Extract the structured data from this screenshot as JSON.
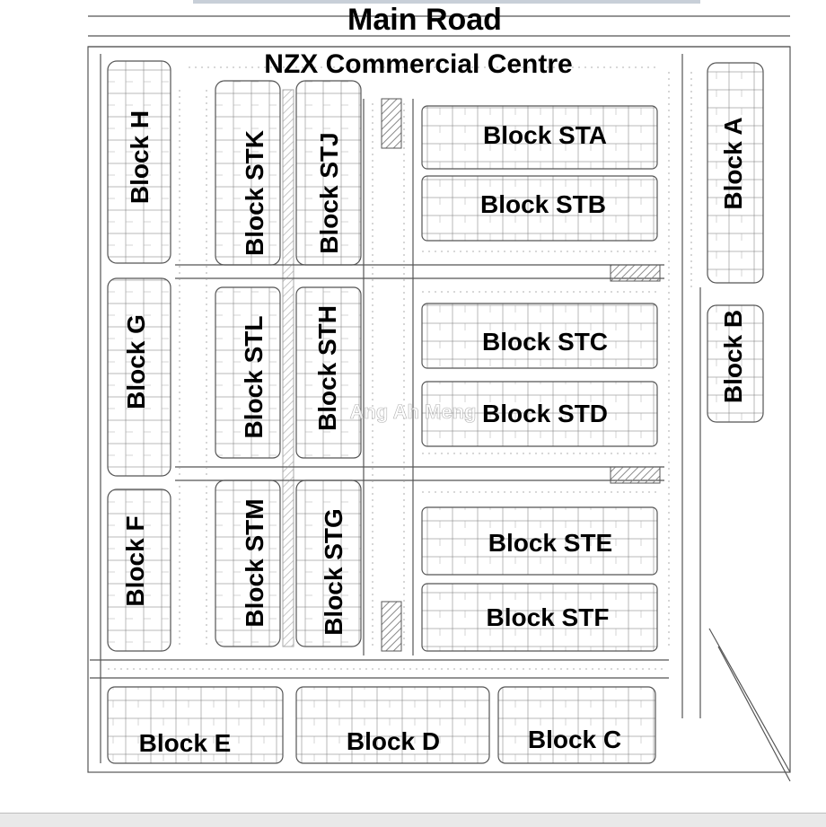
{
  "map": {
    "title": "Main Road",
    "subtitle": "NZX Commercial Centre",
    "watermark": "Ang Ah Meng",
    "colors": {
      "line": "#555555",
      "fill": "#ffffff",
      "text": "#000000",
      "hatch": "#9a9a9a"
    },
    "blocks": {
      "a": "Block A",
      "b": "Block B",
      "c": "Block C",
      "d": "Block D",
      "e": "Block E",
      "f": "Block F",
      "g": "Block G",
      "h": "Block H",
      "sta": "Block STA",
      "stb": "Block STB",
      "stc": "Block STC",
      "std": "Block STD",
      "ste": "Block STE",
      "stf": "Block STF",
      "stg": "Block STG",
      "sth": "Block STH",
      "stj": "Block STJ",
      "stk": "Block STK",
      "stl": "Block STL",
      "stm": "Block STM"
    }
  }
}
